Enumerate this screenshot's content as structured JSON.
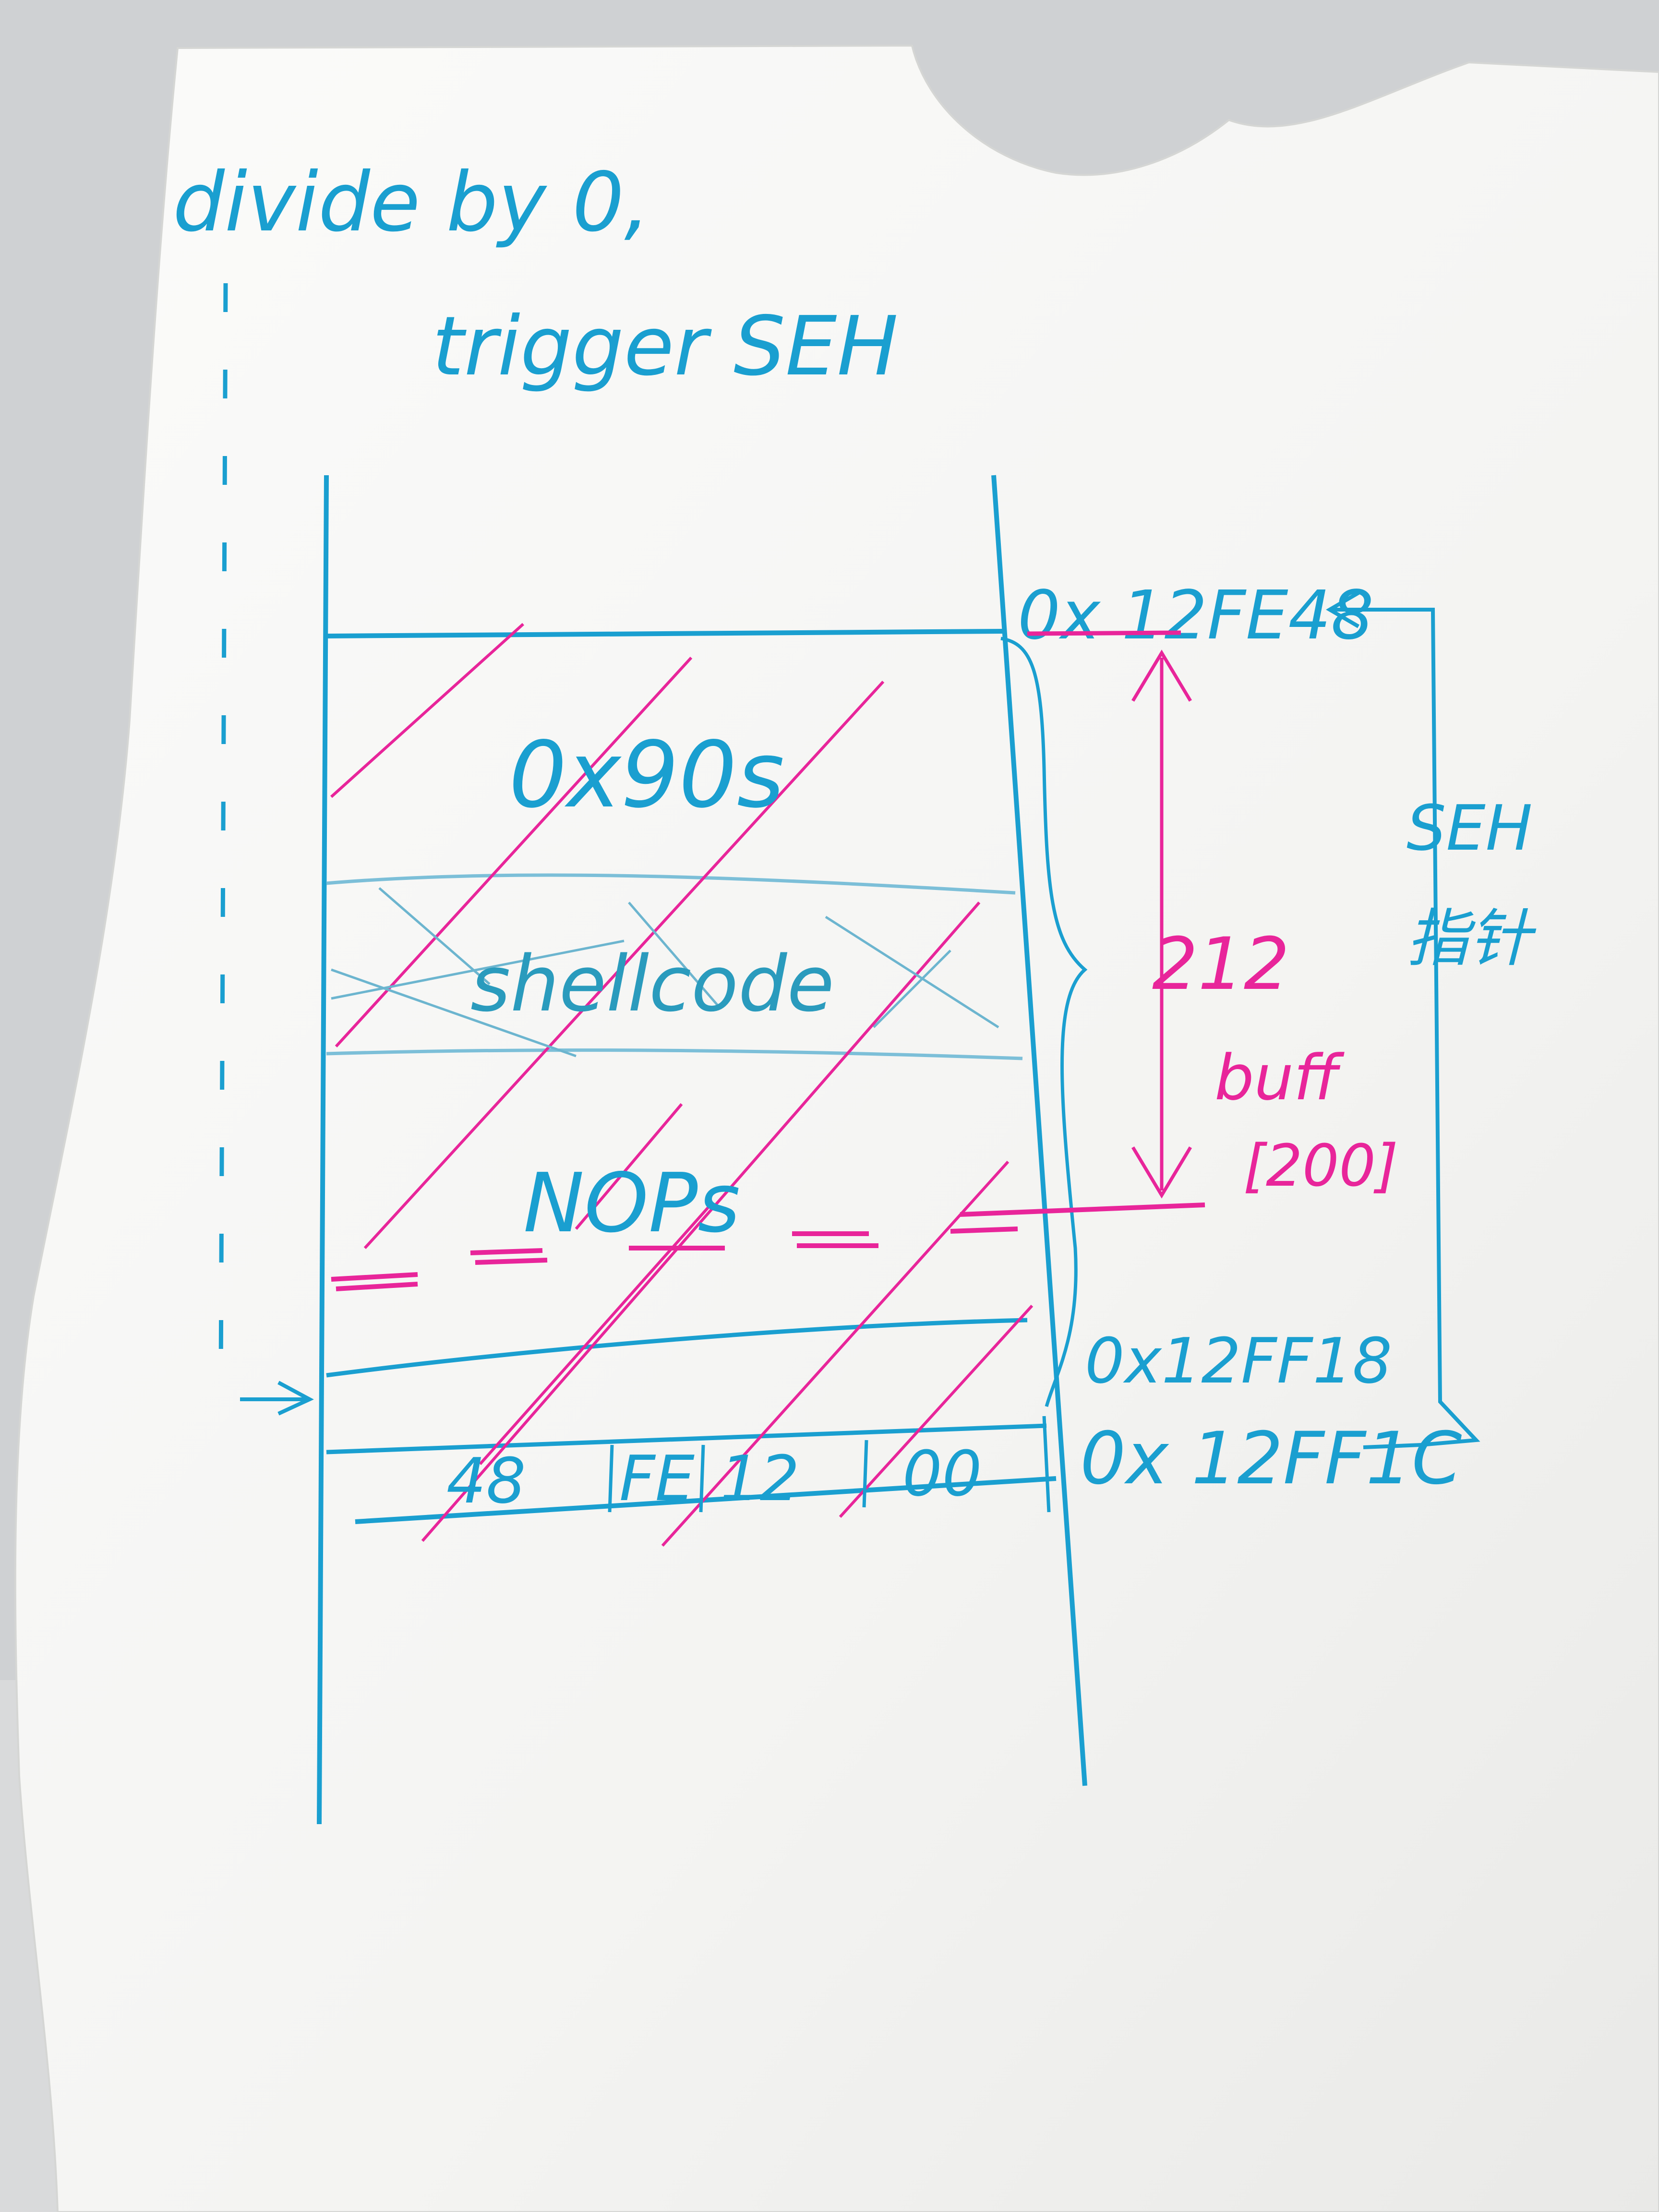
{
  "notes": {
    "line1": "divide by 0,",
    "line2": "trigger SEH"
  },
  "stack": {
    "region_nops_fill": "0x90s",
    "region_shellcode": "shellcode",
    "region_nops": "NOPs",
    "bytes": [
      "48",
      "FE",
      "12",
      "00"
    ]
  },
  "addresses": {
    "top": "0x 12FE48",
    "ff18": "0x12FF18",
    "ff1c": "0x 12FF1C"
  },
  "buffer": {
    "size": "212",
    "label": "buff",
    "decl": "[200]"
  },
  "seh_label": {
    "line1": "SEH",
    "line2": "指针"
  },
  "colors": {
    "blue_pen": "#1a9fd0",
    "pink_pen": "#e8259a",
    "paper": "#f6f6f4"
  }
}
